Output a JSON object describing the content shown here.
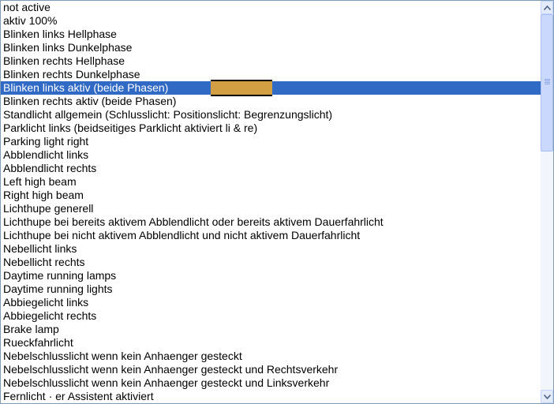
{
  "listbox": {
    "selected_index": 6,
    "items": [
      "not active",
      "aktiv 100%",
      "Blinken links Hellphase",
      "Blinken links Dunkelphase",
      "Blinken rechts Hellphase",
      "Blinken rechts Dunkelphase",
      "Blinken links aktiv (beide Phasen)",
      "Blinken rechts aktiv (beide Phasen)",
      "Standlicht allgemein (Schlusslicht: Positionslicht: Begrenzungslicht)",
      "Parklicht links (beidseitiges Parklicht aktiviert li & re)",
      "Parking light right",
      "Abblendlicht links",
      "Abblendlicht rechts",
      "Left high beam",
      "Right high beam",
      "Lichthupe generell",
      "Lichthupe bei bereits aktivem Abblendlicht oder bereits aktivem Dauerfahrlicht",
      "Lichthupe bei nicht aktivem Abblendlicht und nicht aktivem Dauerfahrlicht",
      "Nebellicht links",
      "Nebellicht rechts",
      "Daytime running lamps",
      "Daytime running lights",
      "Abbiegelicht links",
      "Abbiegelicht rechts",
      "Brake lamp",
      "Rueckfahrlicht",
      "Nebelschlusslicht wenn kein Anhaenger gesteckt",
      "Nebelschlusslicht wenn kein Anhaenger gesteckt und Rechtsverkehr",
      "Nebelschlusslicht wenn kein Anhaenger gesteckt und Linksverkehr",
      "Fernlicht · er Assistent aktiviert"
    ],
    "swatch_color": "#d39f43",
    "selection_color": "#316ac5"
  },
  "scrollbar": {
    "up_icon": "triangle-up-icon",
    "down_icon": "triangle-down-icon",
    "position_fraction": 0.0
  }
}
